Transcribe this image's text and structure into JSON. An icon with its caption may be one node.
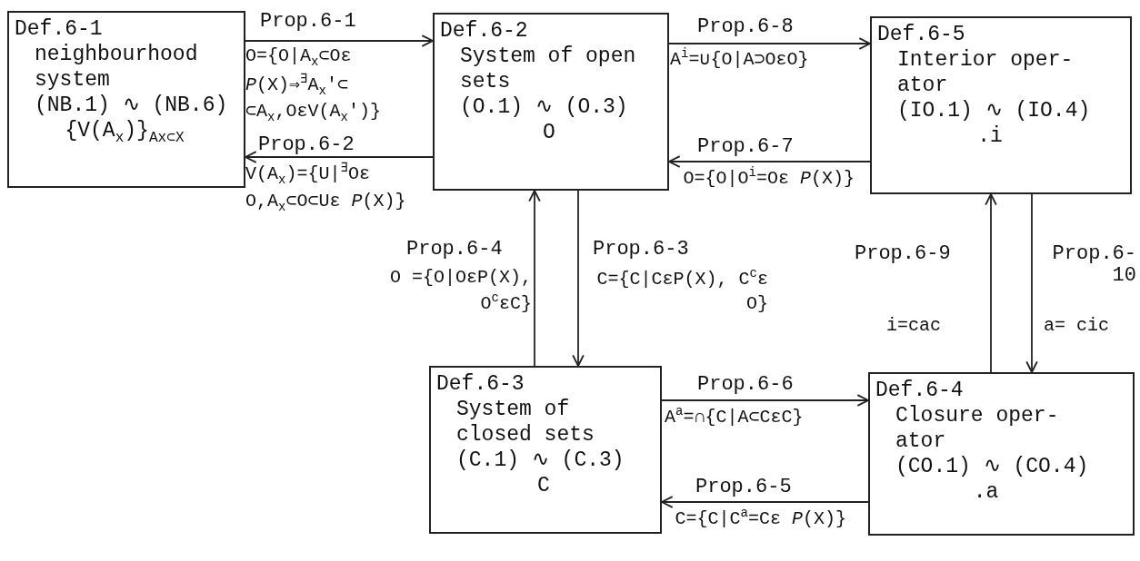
{
  "diagram": {
    "nodes": [
      {
        "text": [
          "Def.6-1",
          "neighbourhood system",
          "(NB.1) ∿ (NB.6)",
          "{V(A$_{x}$)}$_{Ax⊂X}$"
        ]
      },
      {
        "text": [
          "Def.6-2",
          "System of open sets",
          "(O.1) ∿ (O.3)",
          "O"
        ]
      },
      {
        "text": [
          "Def.6-5",
          "Interior oper-ator",
          "(IO.1) ∿ (IO.4)",
          ".i"
        ]
      },
      {
        "text": [
          "Def.6-3",
          "System of closed sets",
          "(C.1) ∿ (C.3)",
          "C"
        ]
      },
      {
        "text": [
          "Def.6-4",
          "Closure oper-ator",
          "(CO.1) ∿ (CO.4)",
          ".a"
        ]
      }
    ],
    "edges": [
      {
        "from": 0,
        "to": 1,
        "arrow": "to",
        "label": "Prop.6-1"
      },
      {
        "from": 1,
        "to": 0,
        "arrow": "to",
        "label": "Prop.6-2"
      },
      {
        "from": 1,
        "to": 2,
        "arrow": "to",
        "label": "Prop.6-8"
      },
      {
        "from": 2,
        "to": 1,
        "arrow": "to",
        "label": "Prop.6-7"
      },
      {
        "from": 3,
        "to": 1,
        "arrow": "to",
        "label": "Prop.6-4"
      },
      {
        "from": 1,
        "to": 3,
        "arrow": "to",
        "label": "Prop.6-3"
      },
      {
        "from": 4,
        "to": 2,
        "arrow": "to",
        "label": "Prop.6-9"
      },
      {
        "from": 2,
        "to": 4,
        "arrow": "to",
        "label": "Prop.6-10"
      },
      {
        "from": 3,
        "to": 4,
        "arrow": "to",
        "label": "Prop.6-6"
      },
      {
        "from": 4,
        "to": 3,
        "arrow": "to",
        "label": "Prop.6-5"
      }
    ],
    "labels": [
      "O={O|A$_{x}$⊂Oε *P*(X)⇒$^{∃}$A$_{x}$'⊂ ⊂A$_{x}$,OεV(A$_{x}$')}",
      "V(A$_{x}$)={U|$^{∃}$Oε O,A$_{x}$⊂O⊂Uε *P*(X)}",
      "A$^{i}$=∪{O|A⊃OεO}",
      "O={O|O$^{i}$=Oε *P*(X)}",
      "O ={O|OεP(X), O$^{c}$εC}",
      "C={C|CεP(X), C$^{c}$ε O}",
      "i=cac",
      "a= cic",
      "A$^{a}$=∩{C|A⊂CεC}",
      "C={C|C$^{a}$=Cε *P*(X)}"
    ]
  }
}
